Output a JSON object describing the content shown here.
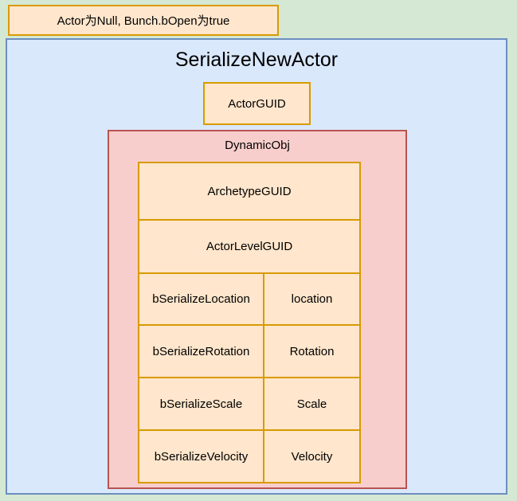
{
  "note": {
    "label": "Actor为Null, Bunch.bOpen为true"
  },
  "container": {
    "title": "SerializeNewActor"
  },
  "actor_guid": {
    "label": "ActorGUID"
  },
  "dynamic_obj": {
    "title": "DynamicObj",
    "full_rows": [
      "ArchetypeGUID",
      "ActorLevelGUID"
    ],
    "pair_rows": [
      {
        "flag": "bSerializeLocation",
        "value": "location"
      },
      {
        "flag": "bSerializeRotation",
        "value": "Rotation"
      },
      {
        "flag": "bSerializeScale",
        "value": "Scale"
      },
      {
        "flag": "bSerializeVelocity",
        "value": "Velocity"
      }
    ]
  },
  "colors": {
    "canvas_bg": "#d5e8d4",
    "container_bg": "#dae8fc",
    "container_border": "#6c8ebf",
    "dynamic_obj_bg": "#f8cecc",
    "dynamic_obj_border": "#b85450",
    "cell_bg": "#ffe6cc",
    "cell_border": "#d79b00",
    "text": "#000000"
  }
}
